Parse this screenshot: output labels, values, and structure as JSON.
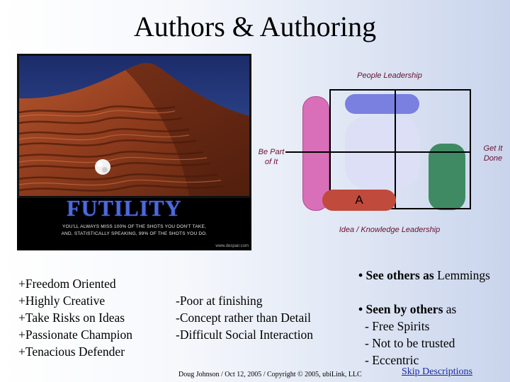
{
  "slide": {
    "title": "Authors & Authoring"
  },
  "poster": {
    "word": "FUTILITY",
    "caption_line1": "You'll Always Miss 100% of the Shots You Don't Take,",
    "caption_line2": "and, Statistically Speaking, 99% of the Shots You Do.",
    "site": "www.despair.com"
  },
  "diagram": {
    "top_label": "People Leadership",
    "bottom_label": "Idea / Knowledge Leadership",
    "left_label_1": "Be Part",
    "left_label_2": "of It",
    "right_label_1": "Get It",
    "right_label_2": "Done",
    "marker": "A",
    "colors": {
      "blue": "#7a80e0",
      "pink": "#d96fb8",
      "pale": "#dcdff6",
      "green": "#3f8a63",
      "rust": "#c04a3c"
    }
  },
  "strengths": [
    "+Freedom Oriented",
    "+Highly Creative",
    "+Take Risks on Ideas",
    "+Passionate Champion",
    "+Tenacious Defender"
  ],
  "weaknesses": [
    "-Poor at finishing",
    "-Concept rather than Detail",
    "-Difficult Social Interaction"
  ],
  "perception": {
    "bullet1_prefix": "• See others as",
    "bullet1_suffix": " Lemmings",
    "bullet2_prefix": "• Seen by others",
    "bullet2_suffix": " as",
    "items": [
      "- Free Spirits",
      "- Not to be trusted",
      "- Eccentric"
    ]
  },
  "footer": "Doug Johnson / Oct 12, 2005 / Copyright © 2005, ubiLink, LLC",
  "skip_link": "Skip Descriptions"
}
